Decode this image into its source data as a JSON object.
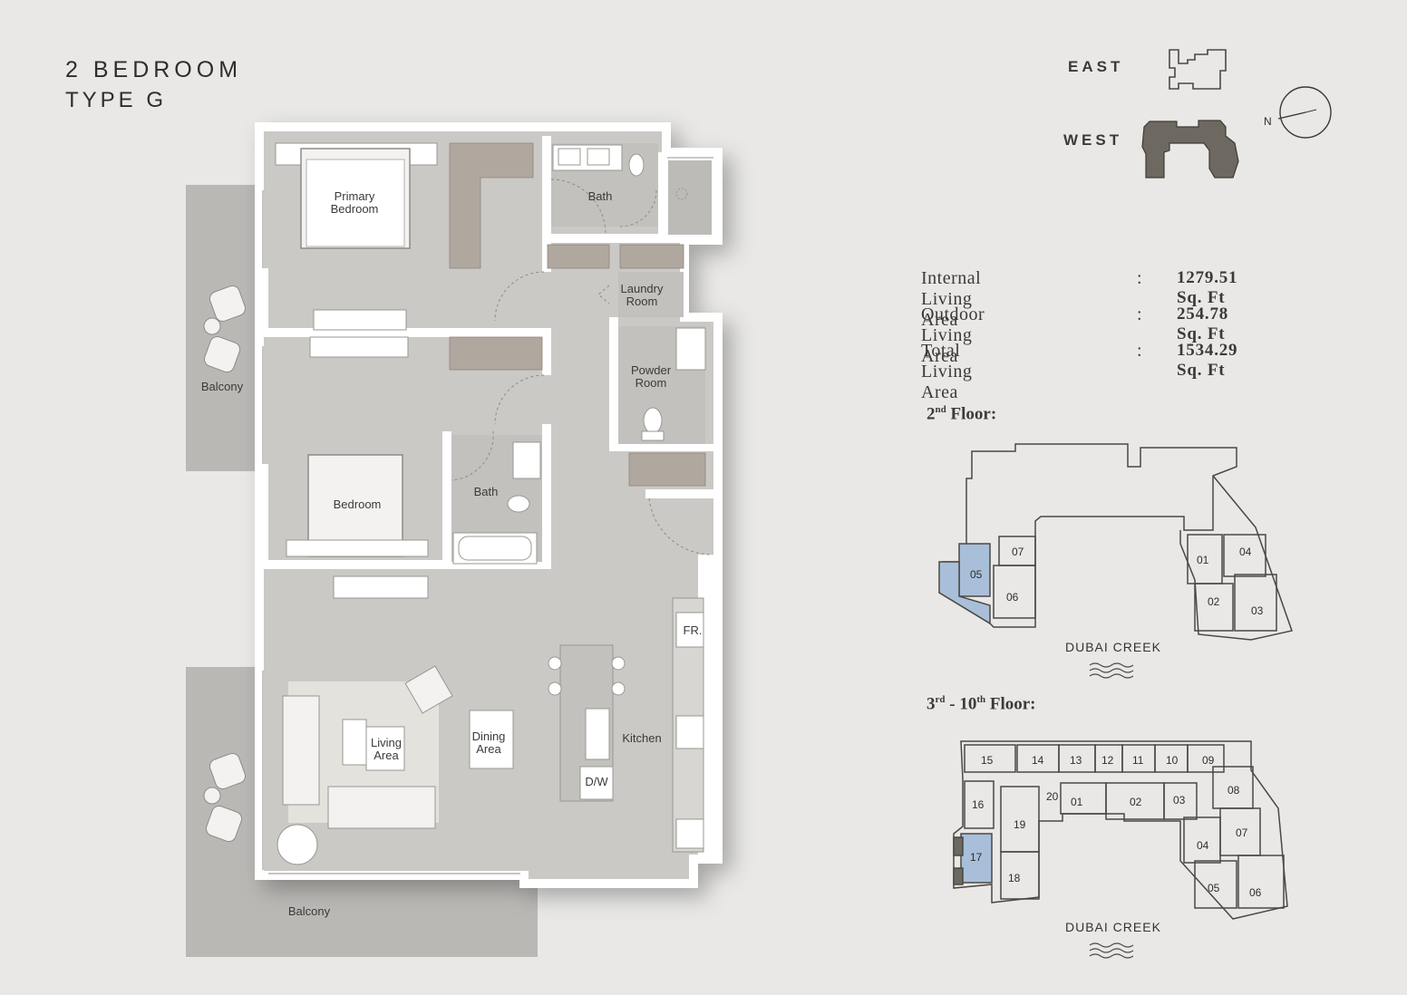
{
  "title": {
    "line1": "2 BEDROOM",
    "line2": "TYPE G"
  },
  "orientation": {
    "east_label": "EAST",
    "west_label": "WEST",
    "north_label": "N"
  },
  "areas": {
    "internal": {
      "label": "Internal Living Area",
      "value": "1279.51 Sq. Ft"
    },
    "outdoor": {
      "label": "Outdoor Living Area",
      "value": "254.78 Sq. Ft"
    },
    "total": {
      "label": "Total Living Area",
      "value": "1534.29 Sq. Ft"
    },
    "separator": ":"
  },
  "floor2": {
    "heading_num": "2",
    "heading_sup": "nd",
    "heading_rest": " Floor:",
    "units": [
      "01",
      "02",
      "03",
      "04",
      "05",
      "06",
      "07"
    ],
    "highlighted": "05",
    "creek_label": "DUBAI CREEK"
  },
  "floor3": {
    "heading_a": "3",
    "heading_a_sup": "rd",
    "heading_mid": " - 10",
    "heading_b_sup": "th",
    "heading_rest": " Floor:",
    "units": [
      "15",
      "14",
      "13",
      "12",
      "11",
      "10",
      "09",
      "08",
      "07",
      "06",
      "05",
      "04",
      "03",
      "02",
      "01",
      "20",
      "19",
      "18",
      "17",
      "16"
    ],
    "highlighted": "17",
    "creek_label": "DUBAI CREEK"
  },
  "rooms": {
    "primary_bedroom": [
      "Primary",
      "Bedroom"
    ],
    "bath1": "Bath",
    "laundry": [
      "Laundry",
      "Room"
    ],
    "powder": [
      "Powder",
      "Room"
    ],
    "balcony_top": "Balcony",
    "bedroom": "Bedroom",
    "bath2": "Bath",
    "fridge": "FR.",
    "living": [
      "Living",
      "Area"
    ],
    "dining": [
      "Dining",
      "Area"
    ],
    "kitchen": "Kitchen",
    "dishwasher": "D/W",
    "balcony_bottom": "Balcony"
  },
  "colors": {
    "background": "#e9e8e6",
    "wall": "#ffffff",
    "floor": "#cbc9c6",
    "balcony": "#bab8b5",
    "wardrobe": "#b0a79f",
    "building_west": "#6d6960",
    "unit_highlight": "#a9bfd9",
    "line": "#4a4843"
  }
}
